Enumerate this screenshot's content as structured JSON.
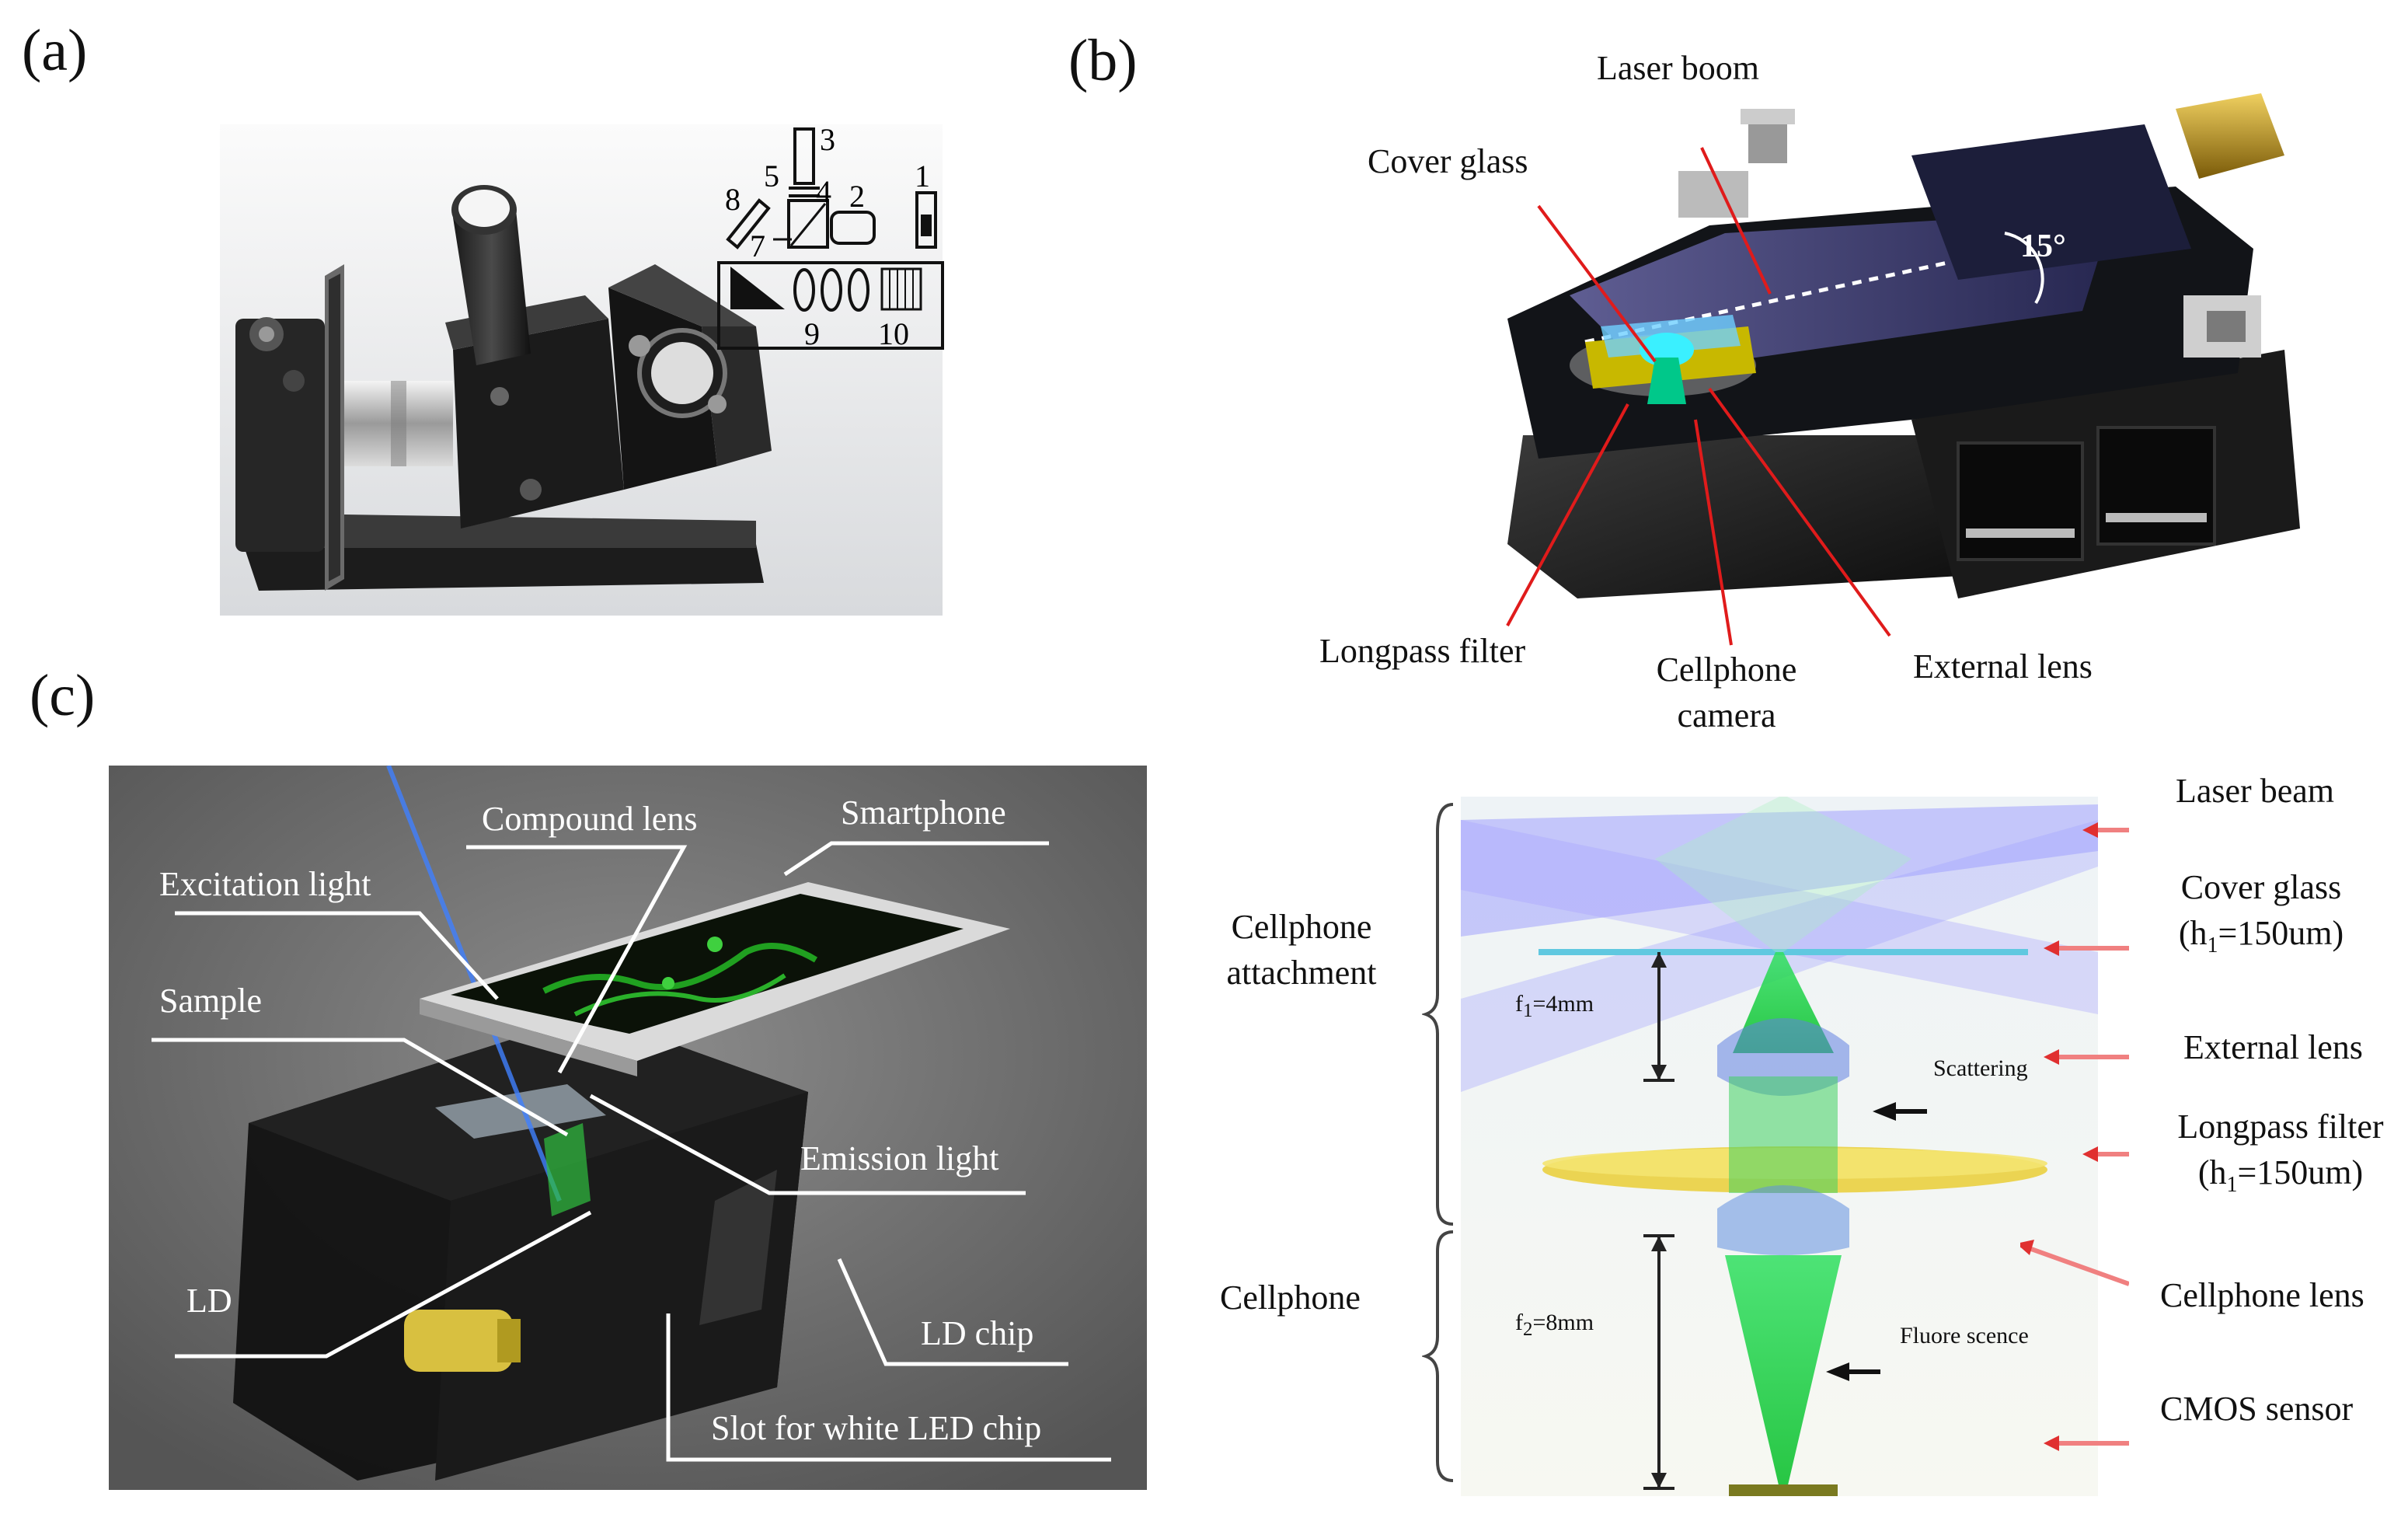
{
  "panels": {
    "a": {
      "label": "(a)",
      "numbers": [
        "1",
        "2",
        "3",
        "4",
        "5",
        "7",
        "8",
        "9",
        "10"
      ]
    },
    "b": {
      "label": "(b)",
      "angle_label": "15°"
    },
    "c": {
      "label": "(c)"
    }
  },
  "labels_b": {
    "laser_boom": "Laser boom",
    "cover_glass": "Cover glass",
    "longpass_filter": "Longpass filter",
    "cellphone_camera_1": "Cellphone",
    "cellphone_camera_2": "camera",
    "external_lens": "External lens"
  },
  "labels_c": {
    "compound_lens": "Compound lens",
    "smartphone": "Smartphone",
    "excitation_light": "Excitation light",
    "sample": "Sample",
    "emission_light": "Emission light",
    "ld": "LD",
    "ld_chip": "LD chip",
    "slot": "Slot for white LED chip"
  },
  "labels_d": {
    "laser_beam": "Laser beam",
    "cover_glass_1": "Cover glass",
    "cover_glass_2_pre": "(h",
    "cover_glass_2_sub": "1",
    "cover_glass_2_post": "=150um)",
    "external_lens": "External lens",
    "longpass_1": "Longpass filter",
    "longpass_2_pre": "(h",
    "longpass_2_sub": "1",
    "longpass_2_post": "=150um)",
    "cellphone_lens": "Cellphone lens",
    "cmos": "CMOS sensor",
    "attachment_1": "Cellphone",
    "attachment_2": "attachment",
    "cellphone": "Cellphone",
    "f1_pre": "f",
    "f1_sub": "1",
    "f1_post": "=4mm",
    "f2_pre": "f",
    "f2_sub": "2",
    "f2_post": "=8mm",
    "scattering": "Scattering",
    "fluorescence": "Fluore scence"
  }
}
